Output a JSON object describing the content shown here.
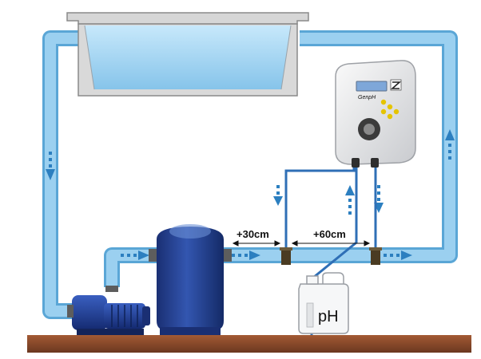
{
  "labels": {
    "dist_1": "+30cm",
    "dist_2": "+60cm",
    "tank": "pH",
    "device_brand": "GenpH"
  },
  "colors": {
    "water_pipe": "#8cc6ea",
    "water_pipe_edge": "#5aa6d6",
    "flow_arrow": "#2c7fc0",
    "pool_water": "#a9d8f5",
    "pool_wall": "#c9c9c9",
    "pump_body": "#1f3f8f",
    "filter_body": "#1e3a8a",
    "injection_fitting": "#4a3b22",
    "device_body": "#e9eaec",
    "device_screen": "#7ea7d9",
    "device_buttons": "#e5c400",
    "ground": "#8b4a2c",
    "tube": "#2f6fb6",
    "dimension_line": "#111111"
  },
  "icons": [
    "pool",
    "pump",
    "sand-filter",
    "ph-controller",
    "chemical-canister",
    "injection-point",
    "flow-arrow"
  ]
}
